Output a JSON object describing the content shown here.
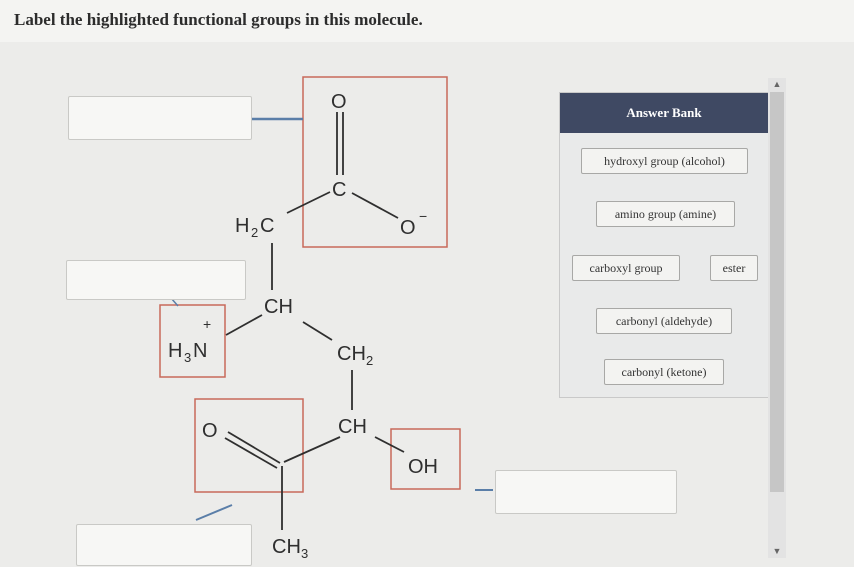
{
  "question": {
    "text": "Label the highlighted functional groups in this molecule."
  },
  "molecule": {
    "atoms": {
      "carbonyl_o": "O",
      "carboxyl_c": "C",
      "oxide_o": "O",
      "oxide_charge": "−",
      "h2c_h": "H",
      "h2c_sub": "2",
      "h2c_c": "C",
      "ch_upper": "CH",
      "h3n_h": "H",
      "h3n_sub": "3",
      "h3n_n": "N",
      "h3n_charge": "+",
      "ch2": "CH",
      "ch2_sub": "2",
      "ch_lower": "CH",
      "oh": "OH",
      "ketone_o": "O",
      "ch3": "CH",
      "ch3_sub": "3"
    }
  },
  "answer_bank": {
    "title": "Answer Bank",
    "items": [
      "hydroxyl group (alcohol)",
      "amino group (amine)",
      "carboxyl group",
      "ester",
      "carbonyl (aldehyde)",
      "carbonyl (ketone)"
    ]
  },
  "colors": {
    "highlight": "#c8695a",
    "connector": "#5a7ea8",
    "bank_header": "#3f4963"
  }
}
